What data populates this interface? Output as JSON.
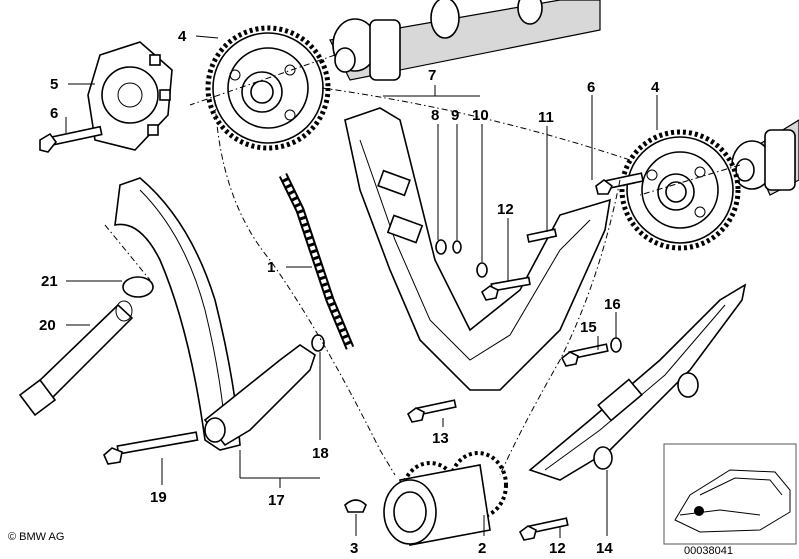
{
  "labels": {
    "l1": "1",
    "l2": "2",
    "l3": "3",
    "l4a": "4",
    "l4b": "4",
    "l5": "5",
    "l6a": "6",
    "l6b": "6",
    "l7": "7",
    "l8": "8",
    "l9": "9",
    "l10": "10",
    "l11": "11",
    "l12a": "12",
    "l12b": "12",
    "l13": "13",
    "l14": "14",
    "l15": "15",
    "l16": "16",
    "l17": "17",
    "l18": "18",
    "l19": "19",
    "l20": "20",
    "l21": "21"
  },
  "copyright": "© BMW AG",
  "inset": {
    "code": "00038041"
  }
}
